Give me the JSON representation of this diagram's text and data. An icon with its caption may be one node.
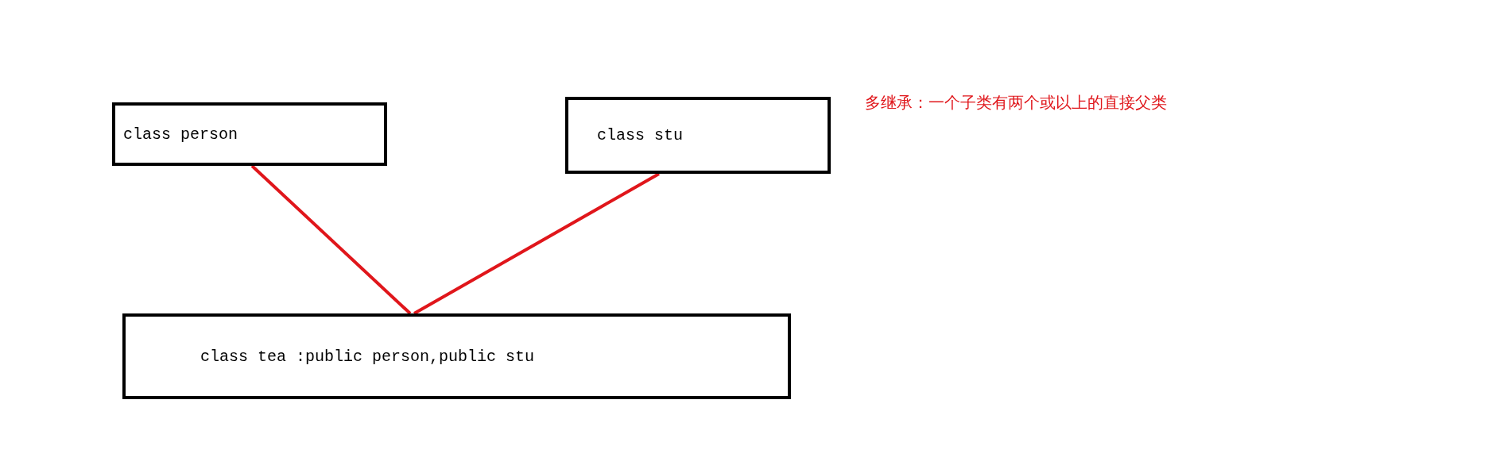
{
  "diagram": {
    "nodes": [
      {
        "text": [
          "class person"
        ]
      },
      {
        "text": [
          "class stu"
        ]
      },
      {
        "text": [
          "class tea :public person,public stu"
        ]
      }
    ],
    "edges": [
      {
        "from": 0,
        "to": 2,
        "arrow": "none"
      },
      {
        "from": 1,
        "to": 2,
        "arrow": "none"
      }
    ],
    "labels": [
      "多继承：一个子类有两个或以上的直接父类"
    ]
  }
}
